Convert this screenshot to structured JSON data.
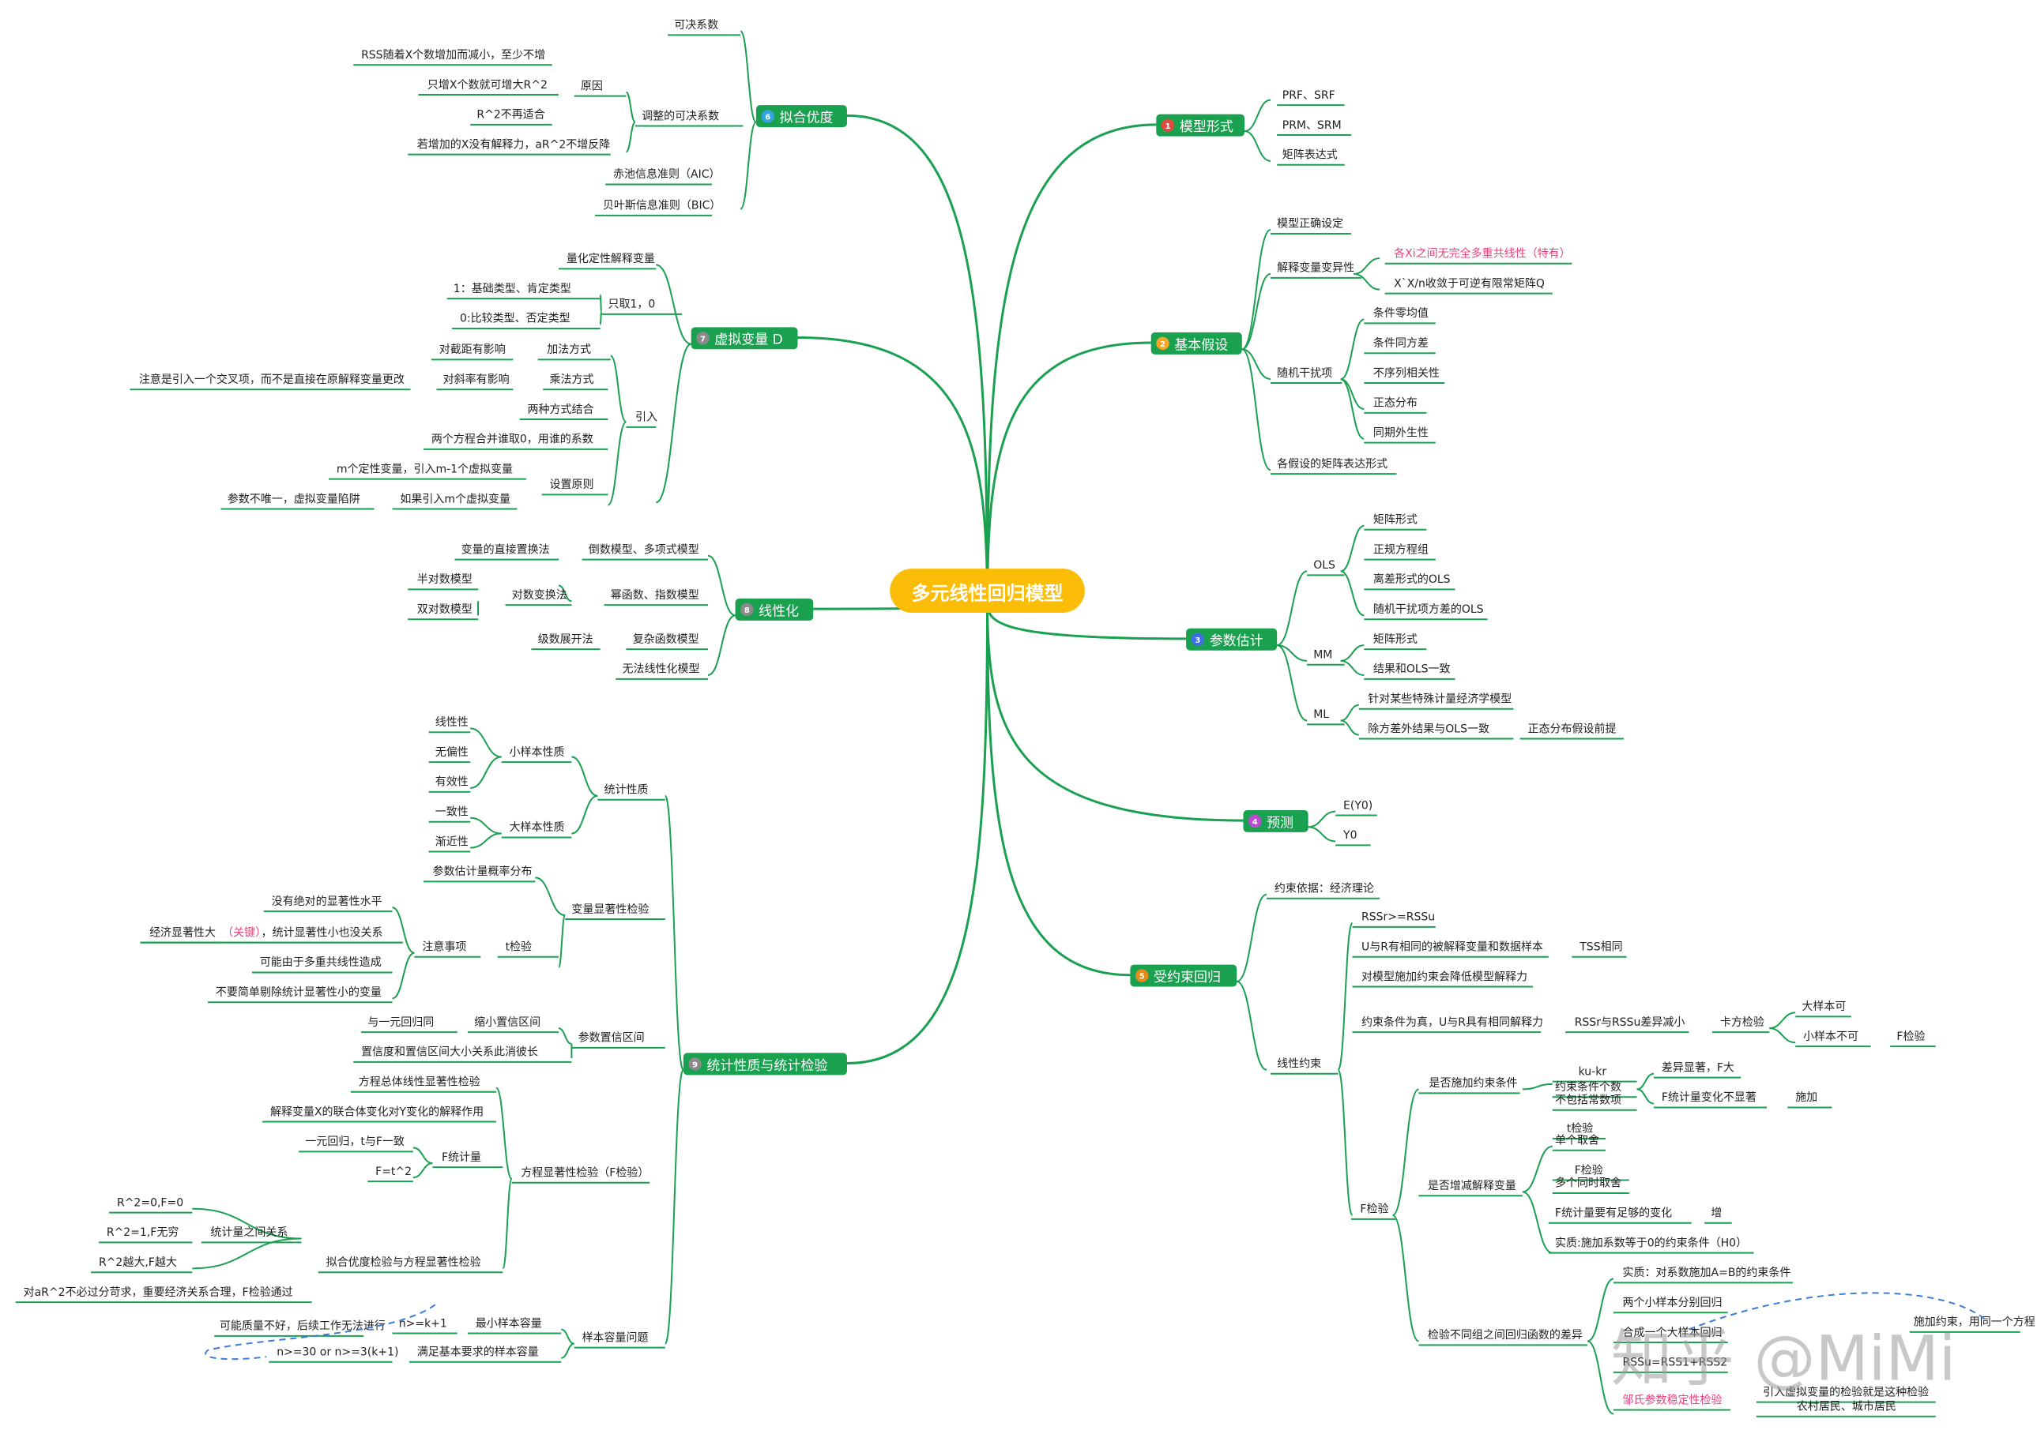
{
  "root": "多元线性回归模型",
  "watermark": "知乎 @MiMi",
  "branches": [
    {
      "num": "1",
      "label": "模型形式",
      "color": "#e04a3f"
    },
    {
      "num": "2",
      "label": "基本假设",
      "color": "#f5a623"
    },
    {
      "num": "3",
      "label": "参数估计",
      "color": "#3f6ee0"
    },
    {
      "num": "4",
      "label": "预测",
      "color": "#c04ad4"
    },
    {
      "num": "5",
      "label": "受约束回归",
      "color": "#e8891a"
    },
    {
      "num": "6",
      "label": "拟合优度",
      "color": "#31a5e0"
    },
    {
      "num": "7",
      "label": "虚拟变量 D",
      "color": "#8a8a8a"
    },
    {
      "num": "8",
      "label": "线性化",
      "color": "#8a8a8a"
    },
    {
      "num": "9",
      "label": "统计性质与统计检验",
      "color": "#8a8a8a"
    }
  ],
  "leaves": [
    "PRF、SRF",
    "PRM、SRM",
    "矩阵表达式",
    "模型正确设定",
    "解释变量变异性",
    "各Xi之间无完全多重共线性（特有）",
    "X`X/n收敛于可逆有限常矩阵Q",
    "随机干扰项",
    "条件零均值",
    "条件同方差",
    "不序列相关性",
    "正态分布",
    "同期外生性",
    "各假设的矩阵表达形式",
    "OLS",
    "矩阵形式",
    "正规方程组",
    "离差形式的OLS",
    "随机干扰项方差的OLS",
    "MM",
    "矩阵形式",
    "结果和OLS一致",
    "ML",
    "针对某些特殊计量经济学模型",
    "除方差外结果与OLS一致",
    "正态分布假设前提",
    "E(Y0)",
    "Y0",
    "约束依据：经济理论",
    "线性约束",
    "RSSr>=RSSu",
    "U与R有相同的被解释变量和数据样本",
    "TSS相同",
    "对模型施加约束会降低模型解释力",
    "约束条件为真，U与R具有相同解释力",
    "RSSr与RSSu差异减小",
    "卡方检验",
    "大样本可",
    "小样本不可",
    "F检验",
    "F检验",
    "是否施加约束条件",
    "ku-kr",
    "约束条件个数",
    "不包括常数项",
    "差异显著，F大",
    "F统计量变化不显著",
    "施加",
    "是否增减解释变量",
    "t检验",
    "单个取舍",
    "F检验",
    "多个同时取舍",
    "F统计量要有足够的变化",
    "增",
    "实质:施加系数等于0的约束条件（H0）",
    "检验不同组之间回归函数的差异",
    "实质：对系数施加A=B的约束条件",
    "两个小样本分别回归",
    "合成一个大样本回归",
    "RSSu=RSS1+RSS2",
    "邹氏参数稳定性检验",
    "引入虚拟变量的检验就是这种检验",
    "农村居民、城市居民",
    "施加约束，用同一个方程",
    "可决系数",
    "调整的可决系数",
    "原因",
    "RSS随着X个数增加而减小，至少不增",
    "只增X个数就可增大R^2",
    "R^2不再适合",
    "若增加的X没有解释力，aR^2不增反降",
    "赤池信息准则（AIC）",
    "贝叶斯信息准则（BIC）",
    "量化定性解释变量",
    "只取1，0",
    "1：基础类型、肯定类型",
    "0:比较类型、否定类型",
    "引入",
    "加法方式",
    "对截距有影响",
    "乘法方式",
    "对斜率有影响",
    "注意是引入一个交叉项，而不是直接在原解释变量更改",
    "两种方式结合",
    "两个方程合并谁取0，用谁的系数",
    "设置原则",
    "m个定性变量，引入m-1个虚拟变量",
    "如果引入m个虚拟变量",
    "参数不唯一，虚拟变量陷阱",
    "倒数模型、多项式模型",
    "变量的直接置换法",
    "幂函数、指数模型",
    "对数变换法",
    "半对数模型",
    "双对数模型",
    "复杂函数模型",
    "级数展开法",
    "无法线性化模型",
    "统计性质",
    "小样本性质",
    "线性性",
    "无偏性",
    "有效性",
    "大样本性质",
    "一致性",
    "渐近性",
    "变量显著性检验",
    "参数估计量概率分布",
    "t检验",
    "注意事项",
    "没有绝对的显著性水平",
    "经济显著性大",
    "（关键）",
    "，统计显著性小也没关系",
    "可能由于多重共线性造成",
    "不要简单剔除统计显著性小的变量",
    "参数置信区间",
    "缩小置信区间",
    "与一元回归同",
    "置信度和置信区间大小关系此消彼长",
    "方程显著性检验（F检验）",
    "方程总体线性显著性检验",
    "解释变量X的联合体变化对Y变化的解释作用",
    "F统计量",
    "一元回归，t与F一致",
    "F=t^2",
    "拟合优度检验与方程显著性检验",
    "统计量之间关系",
    "R^2=0,F=0",
    "R^2=1,F无穷",
    "R^2越大,F越大",
    "对aR^2不必过分苛求，重要经济关系合理，F检验通过",
    "样本容量问题",
    "最小样本容量",
    "n>=k+1",
    "满足基本要求的样本容量",
    "n>=30 or  n>=3(k+1)",
    "可能质量不好，后续工作无法进行"
  ]
}
